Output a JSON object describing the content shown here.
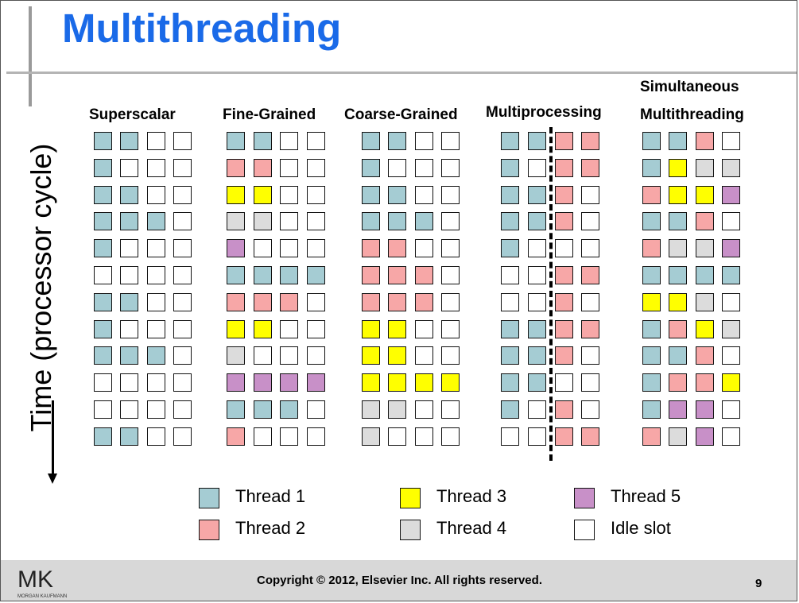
{
  "slide": {
    "title": "Multithreading",
    "y_axis_label": "Time (processor cycle)",
    "footer": {
      "copyright": "Copyright © 2012, Elsevier Inc. All rights reserved.",
      "page_number": "9",
      "logo_text": "MK",
      "logo_subtext": "MORGAN KAUFMANN"
    }
  },
  "colors": {
    "1": "#a5ccd3",
    "2": "#f7a7a7",
    "3": "#ffff00",
    "4": "#dcdcdc",
    "5": "#c890c8",
    "0": "#ffffff"
  },
  "columns": [
    {
      "label": "Superscalar",
      "grid": [
        [
          1,
          1,
          0,
          0
        ],
        [
          1,
          0,
          0,
          0
        ],
        [
          1,
          1,
          0,
          0
        ],
        [
          1,
          1,
          1,
          0
        ],
        [
          1,
          0,
          0,
          0
        ],
        [
          0,
          0,
          0,
          0
        ],
        [
          1,
          1,
          0,
          0
        ],
        [
          1,
          0,
          0,
          0
        ],
        [
          1,
          1,
          1,
          0
        ],
        [
          0,
          0,
          0,
          0
        ],
        [
          0,
          0,
          0,
          0
        ],
        [
          1,
          1,
          0,
          0
        ]
      ]
    },
    {
      "label": "Fine-Grained",
      "grid": [
        [
          1,
          1,
          0,
          0
        ],
        [
          2,
          2,
          0,
          0
        ],
        [
          3,
          3,
          0,
          0
        ],
        [
          4,
          4,
          0,
          0
        ],
        [
          5,
          0,
          0,
          0
        ],
        [
          1,
          1,
          1,
          1
        ],
        [
          2,
          2,
          2,
          0
        ],
        [
          3,
          3,
          0,
          0
        ],
        [
          4,
          0,
          0,
          0
        ],
        [
          5,
          5,
          5,
          5
        ],
        [
          1,
          1,
          1,
          0
        ],
        [
          2,
          0,
          0,
          0
        ]
      ]
    },
    {
      "label": "Coarse-Grained",
      "grid": [
        [
          1,
          1,
          0,
          0
        ],
        [
          1,
          0,
          0,
          0
        ],
        [
          1,
          1,
          0,
          0
        ],
        [
          1,
          1,
          1,
          0
        ],
        [
          2,
          2,
          0,
          0
        ],
        [
          2,
          2,
          2,
          0
        ],
        [
          2,
          2,
          2,
          0
        ],
        [
          3,
          3,
          0,
          0
        ],
        [
          3,
          3,
          0,
          0
        ],
        [
          3,
          3,
          3,
          3
        ],
        [
          4,
          4,
          0,
          0
        ],
        [
          4,
          0,
          0,
          0
        ]
      ]
    },
    {
      "label": "Multiprocessing",
      "grid": [
        [
          1,
          1,
          2,
          2
        ],
        [
          1,
          0,
          2,
          2
        ],
        [
          1,
          1,
          2,
          0
        ],
        [
          1,
          1,
          2,
          0
        ],
        [
          1,
          0,
          0,
          0
        ],
        [
          0,
          0,
          2,
          2
        ],
        [
          0,
          0,
          2,
          0
        ],
        [
          1,
          1,
          2,
          2
        ],
        [
          1,
          1,
          2,
          0
        ],
        [
          1,
          1,
          0,
          0
        ],
        [
          1,
          0,
          2,
          0
        ],
        [
          0,
          0,
          2,
          2
        ]
      ]
    },
    {
      "label_line1": "Simultaneous",
      "label": "Multithreading",
      "grid": [
        [
          1,
          1,
          2,
          0
        ],
        [
          1,
          3,
          4,
          4
        ],
        [
          2,
          3,
          3,
          5
        ],
        [
          1,
          1,
          2,
          0
        ],
        [
          2,
          4,
          4,
          5
        ],
        [
          1,
          1,
          1,
          1
        ],
        [
          3,
          3,
          4,
          0
        ],
        [
          1,
          2,
          3,
          4
        ],
        [
          1,
          1,
          2,
          0
        ],
        [
          1,
          2,
          2,
          3
        ],
        [
          1,
          5,
          5,
          0
        ],
        [
          2,
          4,
          5,
          0
        ]
      ]
    }
  ],
  "legend": [
    {
      "label": "Thread 1",
      "color_key": "1"
    },
    {
      "label": "Thread 2",
      "color_key": "2"
    },
    {
      "label": "Thread 3",
      "color_key": "3"
    },
    {
      "label": "Thread 4",
      "color_key": "4"
    },
    {
      "label": "Thread 5",
      "color_key": "5"
    },
    {
      "label": "Idle slot",
      "color_key": "0"
    }
  ]
}
